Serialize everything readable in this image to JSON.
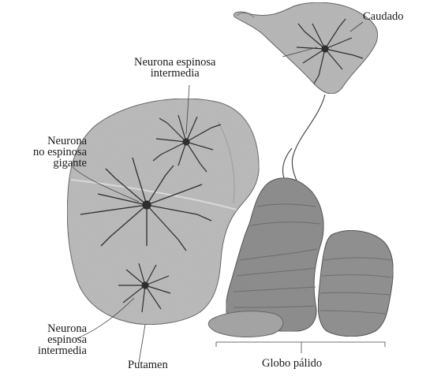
{
  "labels": {
    "caudado": "Caudado",
    "neurona_espinosa_top": [
      "Neurona espinosa",
      "intermedia"
    ],
    "neurona_no_espinosa": [
      "Neurona",
      "no espinosa",
      "gigante"
    ],
    "neurona_espinosa_bottom": [
      "Neurona",
      "espinosa",
      "intermedia"
    ],
    "putamen": "Putamen",
    "globo_palido": "Globo pálido"
  },
  "colors": {
    "tissue_light": "#b9b9b9",
    "tissue_dark": "#8f8f8f",
    "dendrite": "#2e2e2e",
    "outline": "#555555",
    "leader": "#444444"
  }
}
